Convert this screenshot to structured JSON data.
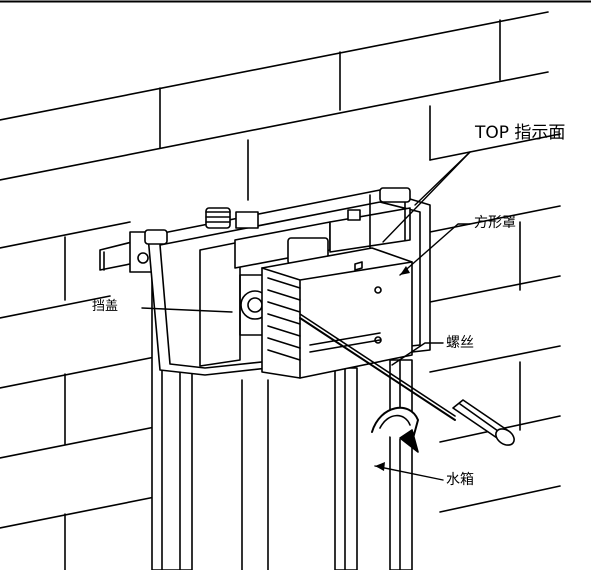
{
  "labels": {
    "top_face": "TOP 指示面",
    "square_cover": "方形罩",
    "screw": "螺丝",
    "stopper": "挡盖",
    "water_tank": "水箱"
  },
  "colors": {
    "line": "#000000",
    "background": "#ffffff",
    "shade": "#d9d9d9"
  }
}
